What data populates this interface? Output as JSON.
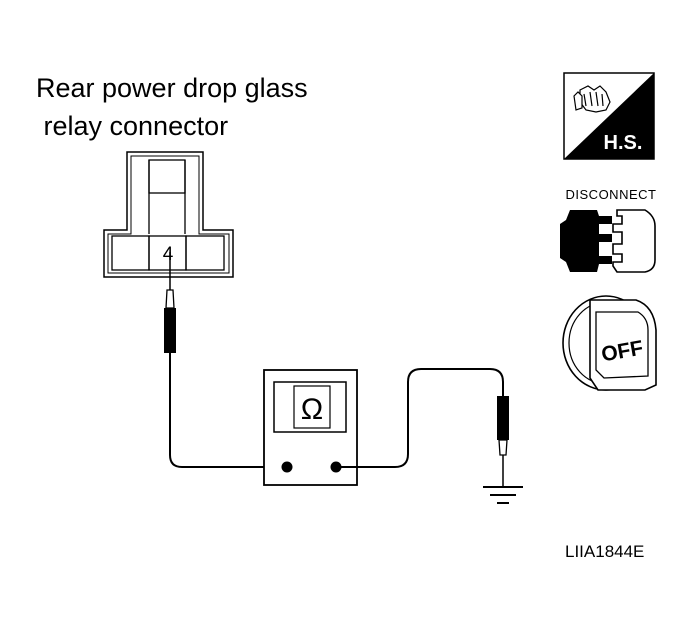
{
  "diagram": {
    "title_line1": "Rear power drop glass",
    "title_line2": " relay connector",
    "terminal_number": "4",
    "meter_symbol": "Ω",
    "reference_code": "LIIA1844E"
  },
  "icons": {
    "hs": {
      "label": "H.S.",
      "name": "hs-icon"
    },
    "disconnect": {
      "label": "DISCONNECT",
      "name": "disconnect-icon"
    },
    "off": {
      "label": "OFF",
      "name": "ignition-off-icon"
    }
  }
}
